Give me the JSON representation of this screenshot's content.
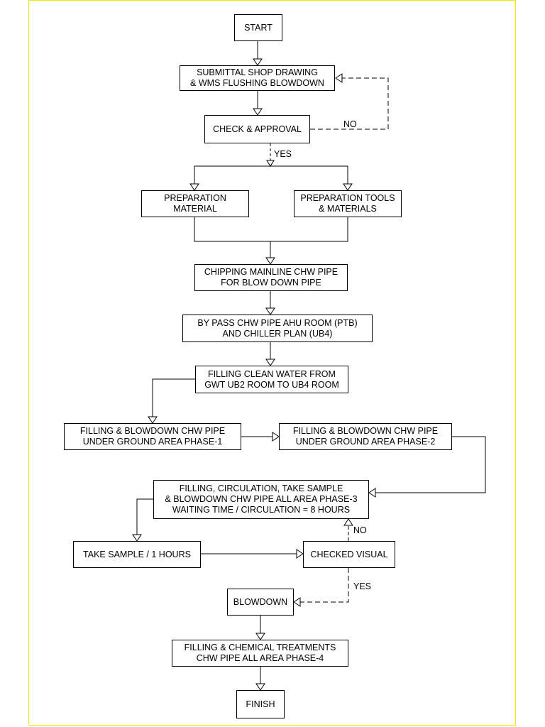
{
  "nodes": {
    "start": {
      "lines": [
        "START"
      ]
    },
    "submittal": {
      "lines": [
        "SUBMITTAL SHOP DRAWING",
        "& WMS FLUSHING BLOWDOWN"
      ]
    },
    "check_approval": {
      "lines": [
        "CHECK & APPROVAL"
      ]
    },
    "prep_material": {
      "lines": [
        "PREPARATION",
        "MATERIAL"
      ]
    },
    "prep_tools": {
      "lines": [
        "PREPARATION TOOLS",
        "& MATERIALS"
      ]
    },
    "chipping": {
      "lines": [
        "CHIPPING MAINLINE CHW PIPE",
        "FOR BLOW DOWN PIPE"
      ]
    },
    "bypass": {
      "lines": [
        "BY PASS CHW PIPE AHU ROOM (PTB)",
        "AND CHILLER PLAN (UB4)"
      ]
    },
    "filling_clean": {
      "lines": [
        "FILLING CLEAN WATER FROM",
        "GWT UB2 ROOM TO UB4 ROOM"
      ]
    },
    "phase1": {
      "lines": [
        "FILLING & BLOWDOWN CHW PIPE",
        "UNDER GROUND AREA PHASE-1"
      ]
    },
    "phase2": {
      "lines": [
        "FILLING & BLOWDOWN CHW PIPE",
        "UNDER GROUND AREA PHASE-2"
      ]
    },
    "phase3": {
      "lines": [
        "FILLING, CIRCULATION, TAKE SAMPLE",
        "& BLOWDOWN CHW PIPE ALL AREA PHASE-3",
        "WAITING TIME / CIRCULATION = 8 HOURS"
      ]
    },
    "take_sample": {
      "lines": [
        "TAKE SAMPLE / 1 HOURS"
      ]
    },
    "checked_visual": {
      "lines": [
        "CHECKED VISUAL"
      ]
    },
    "blowdown": {
      "lines": [
        "BLOWDOWN"
      ]
    },
    "phase4": {
      "lines": [
        "FILLING & CHEMICAL TREATMENTS",
        "CHW PIPE ALL AREA PHASE-4"
      ]
    },
    "finish": {
      "lines": [
        "FINISH"
      ]
    }
  },
  "labels": {
    "no_1": "NO",
    "yes_1": "YES",
    "no_2": "NO",
    "yes_2": "YES"
  },
  "colors": {
    "frame": "#f0e600",
    "stroke": "#000000"
  }
}
